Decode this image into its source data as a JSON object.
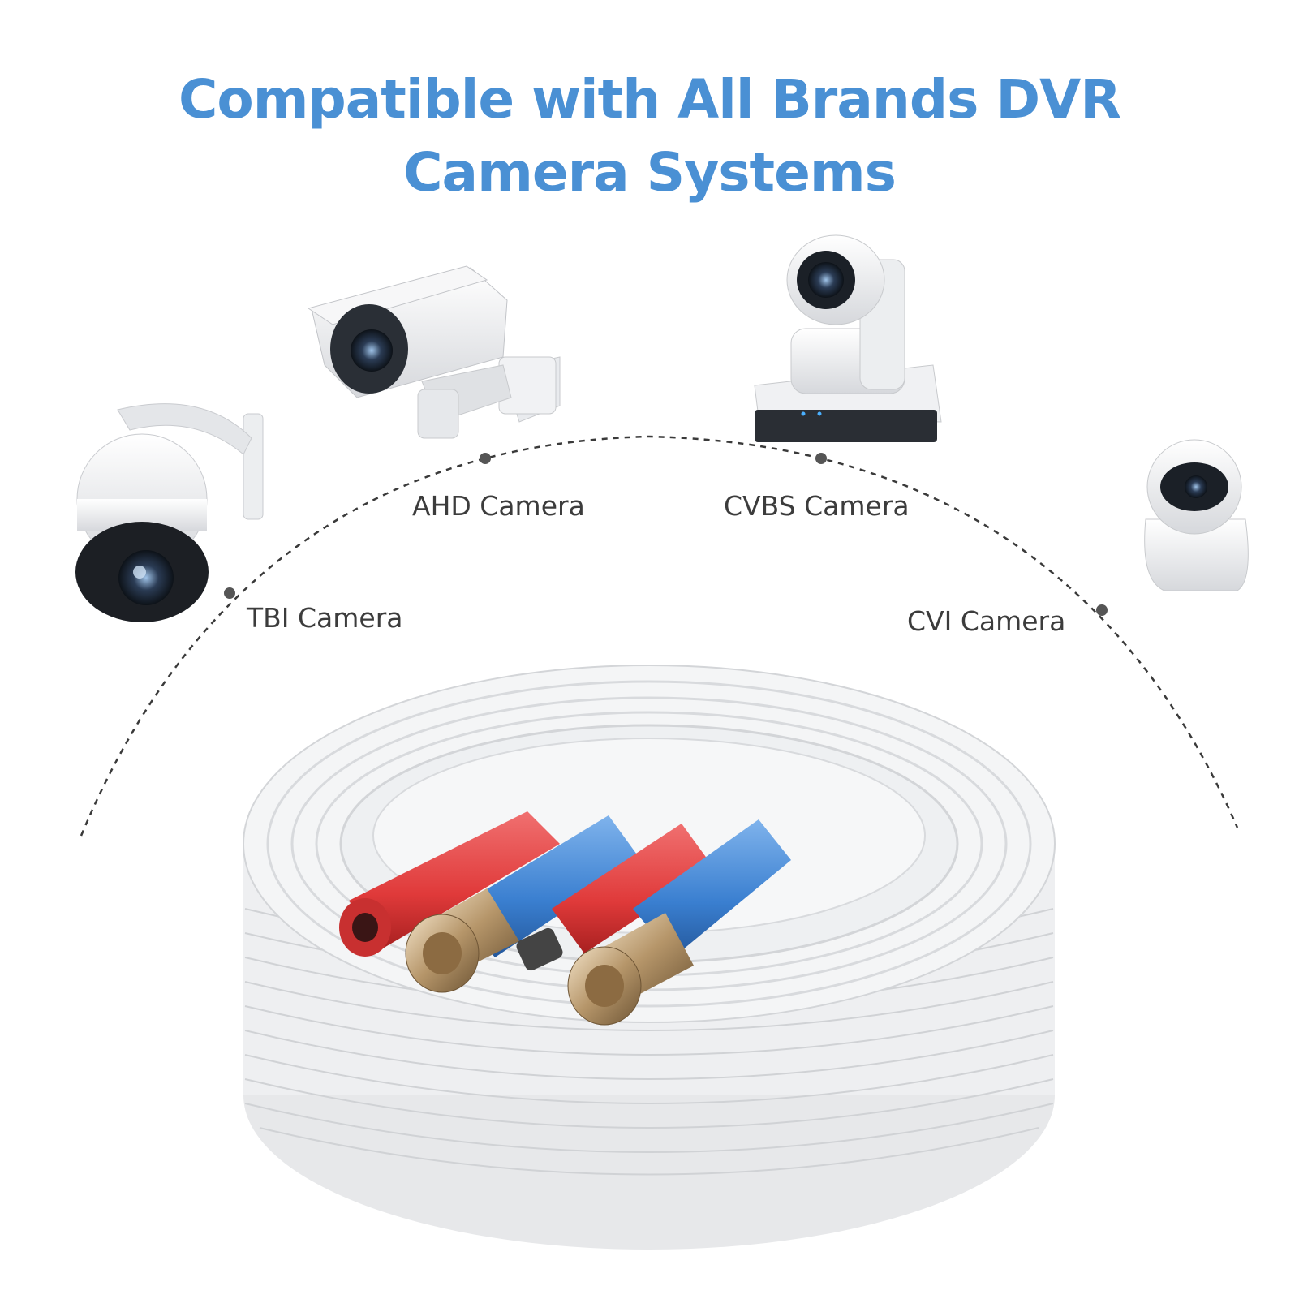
{
  "headline": {
    "line1": "Compatible with All Brands DVR",
    "line2": "Camera Systems"
  },
  "labels": {
    "tbi": "TBI Camera",
    "ahd": "AHD Camera",
    "cvbs": "CVBS Camera",
    "cvi": "CVI Camera"
  },
  "colors": {
    "headline": "#4a90d4",
    "label_text": "#3c3c3c",
    "arc": "#3a3a3a",
    "cable": "#f3f3f3",
    "connector_red": "#e03a3a",
    "connector_blue": "#3a7fd0"
  },
  "icons": [
    "ptz-dome-camera-icon",
    "bullet-camera-icon",
    "conference-ptz-camera-icon",
    "home-security-camera-icon",
    "bnc-cable-coil-icon"
  ]
}
